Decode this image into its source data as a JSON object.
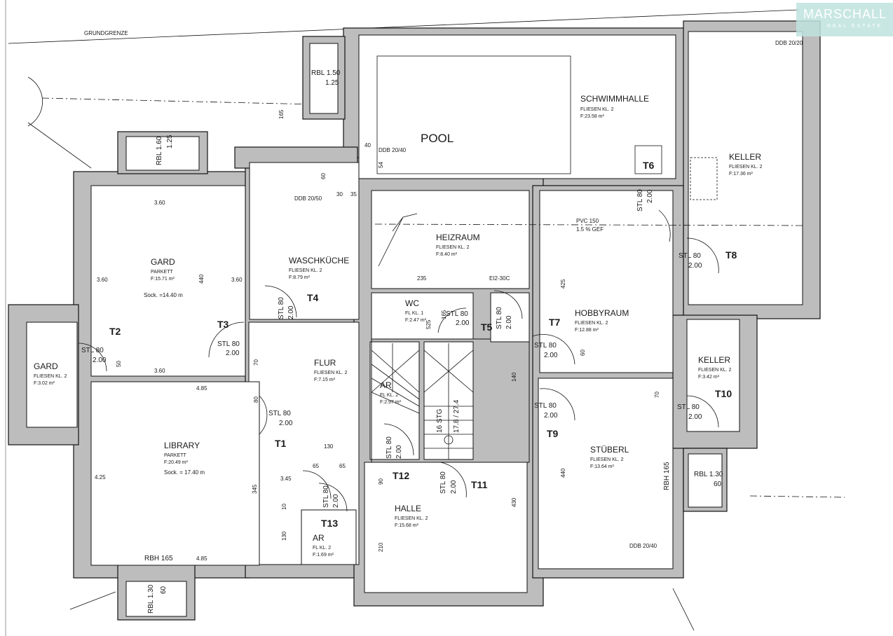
{
  "plan": {
    "grundgrenze": "GRUNDGRENZE",
    "rooms": [
      {
        "id": "schwimmhalle",
        "name": "SCHWIMMHALLE",
        "floor": "FLIESEN KL. 2",
        "area": "F:23.58 m²"
      },
      {
        "id": "pool",
        "name": "POOL"
      },
      {
        "id": "keller1",
        "name": "KELLER",
        "floor": "FLIESEN KL. 2",
        "area": "F:17.36 m²"
      },
      {
        "id": "gard1",
        "name": "GARD",
        "floor": "PARKETT",
        "area": "F:15.71 m²",
        "extra": "Sock. =14.40 m"
      },
      {
        "id": "waschkueche",
        "name": "WASCHKÜCHE",
        "floor": "FLIESEN KL. 2",
        "area": "F:8.79 m²"
      },
      {
        "id": "heizraum",
        "name": "HEIZRAUM",
        "floor": "FLIESEN KL. 2",
        "area": "F:8.40 m²"
      },
      {
        "id": "wc",
        "name": "WC",
        "floor": "FL KL. 1",
        "area": "F:2.47 m²"
      },
      {
        "id": "hobbyraum",
        "name": "HOBBYRAUM",
        "floor": "FLIESEN KL. 2",
        "area": "F:12.88 m²"
      },
      {
        "id": "flur",
        "name": "FLUR",
        "floor": "FLIESEN KL. 2",
        "area": "F:7.15 m²"
      },
      {
        "id": "gard2",
        "name": "GARD",
        "floor": "FLIESEN KL. 2",
        "area": "F:3.02 m²"
      },
      {
        "id": "ar1",
        "name": "AR",
        "floor": "FL KL. 2",
        "area": "F:2.97 m²"
      },
      {
        "id": "keller2",
        "name": "KELLER",
        "floor": "FLIESEN KL. 2",
        "area": "F:3.42 m²"
      },
      {
        "id": "library",
        "name": "LIBRARY",
        "floor": "PARKETT",
        "area": "F:20.49 m²",
        "extra": "Sock. = 17.40 m"
      },
      {
        "id": "stueberl",
        "name": "STÜBERL",
        "floor": "FLIESEN KL. 2",
        "area": "F:13.64 m²"
      },
      {
        "id": "halle",
        "name": "HALLE",
        "floor": "FLIESEN KL. 2",
        "area": "F:15.68 m²"
      },
      {
        "id": "ar2",
        "name": "AR",
        "floor": "FL KL. 2",
        "area": "F:1.69 m²"
      }
    ],
    "doors": [
      "T1",
      "T2",
      "T3",
      "T4",
      "T5",
      "T6",
      "T7",
      "T8",
      "T9",
      "T10",
      "T11",
      "T12",
      "T13"
    ],
    "stl": {
      "label": "STL 80",
      "height": "2.00"
    },
    "stairs": "16 STG",
    "stairs_ratio": "17.8 / 27.4",
    "ei": "EI2-30C",
    "pvc": "PVC 150",
    "gef": "1.5 % GEF",
    "ddb1": "DDB 20/40",
    "ddb2": "DDB 20/50",
    "ddb3": "DDB 20/20",
    "ddb4": "DDB 20/40",
    "rbl1": "RBL 1.50",
    "rbl1b": "1.25",
    "rbl2": "RBL 1.60",
    "rbl2b": "1.25",
    "rbl3": "RBL 1.30",
    "rbl3b": "60",
    "rbl4": "RBL 1.30",
    "rbl4b": "60",
    "rbh1": "RBH 165",
    "rbh2": "RBH 165",
    "dims": {
      "d360a": "3.60",
      "d360b": "3.60",
      "d360c": "3.60",
      "d360d": "3.60",
      "d440": "440",
      "d485a": "4.85",
      "d485b": "4.85",
      "d425": "4.25",
      "d345": "345",
      "d345b": "3.45",
      "d235": "235",
      "d425b": "425",
      "d440b": "440",
      "d430": "430",
      "d210": "210",
      "d90": "90",
      "d130": "130",
      "d130b": "130",
      "d65a": "65",
      "d65b": "65",
      "d70": "70",
      "d70b": "70",
      "d80": "80",
      "d50": "50",
      "d60": "60",
      "d60b": "60",
      "d40": "40",
      "d30": "30",
      "d35": "35",
      "d165": "165",
      "d140": "140",
      "d10": "10",
      "d54": "54",
      "d525": "525",
      "d165b": "165"
    }
  },
  "logo": {
    "name": "MARSCHALL",
    "tag": "REAL ESTATE"
  }
}
